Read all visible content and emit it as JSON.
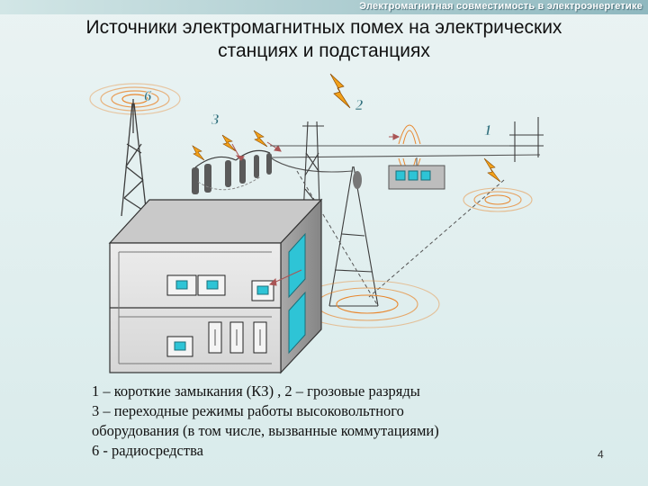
{
  "header": {
    "caption": "Электромагнитная совместимость в электроэнергетике"
  },
  "title": {
    "line1": "Источники электромагнитных помех на электрических",
    "line2": "станциях и подстанциях"
  },
  "diagram": {
    "labels": {
      "label_6": "6",
      "label_3": "3",
      "label_2": "2",
      "label_1": "1"
    }
  },
  "legend": {
    "line1": "1 – короткие замыкания (КЗ) , 2 – грозовые разряды",
    "line2": "3 – переходные  режимы работы высоковольтного",
    "line3": "оборудования (в том числе, вызванные коммутациями)",
    "line4": "6 - радиосредства"
  },
  "page": {
    "number": "4"
  },
  "colors": {
    "accent": "#2e6c7a",
    "lightning": "#f2a11a",
    "panel": "#2ec4d6",
    "ring": "#e8872e"
  }
}
